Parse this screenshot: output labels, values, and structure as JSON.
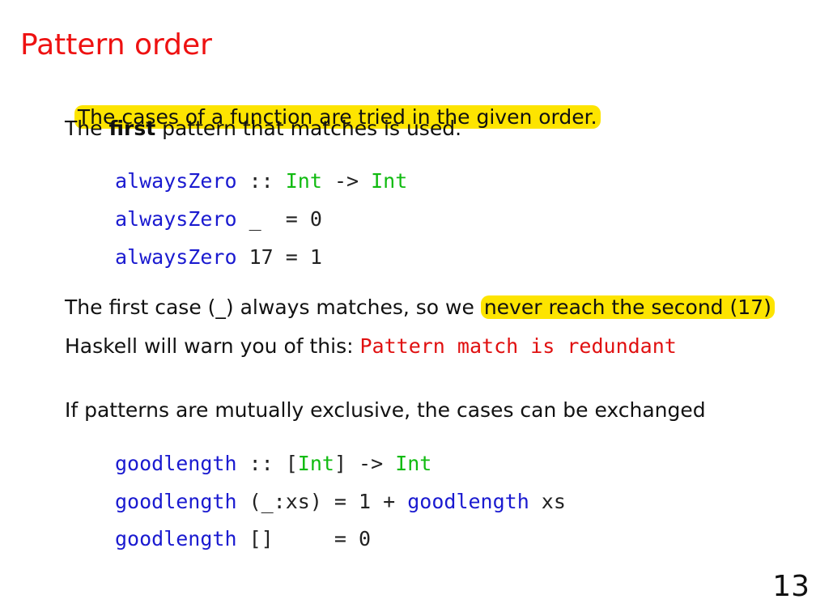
{
  "slide": {
    "title": "Pattern order",
    "page_number": "13",
    "intro_line1": "The cases of a function are tried in the given order.",
    "intro_line2_pre": "The ",
    "intro_line2_bold": "first",
    "intro_line2_post": " pattern that matches is used.",
    "code1": {
      "line1": {
        "fn": "alwaysZero",
        "sep": " :: ",
        "t1": "Int",
        "arrow": " -> ",
        "t2": "Int"
      },
      "line2": {
        "fn": "alwaysZero",
        "rest": " _  = 0"
      },
      "line3": {
        "fn": "alwaysZero",
        "rest": " 17 = 1"
      }
    },
    "explain_pre": "The first case (_) always matches, so we ",
    "explain_highlight": "never reach the second (17)",
    "warn_pre": "Haskell will warn you of this: ",
    "warn_msg": "Pattern match is redundant",
    "exclusive_line": "If patterns are mutually exclusive, the cases can be exchanged",
    "code2": {
      "line1": {
        "fn": "goodlength",
        "sep": " :: [",
        "t1": "Int",
        "mid": "] -> ",
        "t2": "Int"
      },
      "line2": {
        "fn": "goodlength",
        "mid": " (_:xs) = 1 + ",
        "fn2": "goodlength",
        "rest": " xs"
      },
      "line3": {
        "fn": "goodlength",
        "rest": " []     = 0"
      }
    }
  },
  "colors": {
    "title": "#ee1111",
    "highlight": "#fde400",
    "function_name": "#1a1ad0",
    "type_name": "#11bb11",
    "error_text": "#e01010"
  }
}
